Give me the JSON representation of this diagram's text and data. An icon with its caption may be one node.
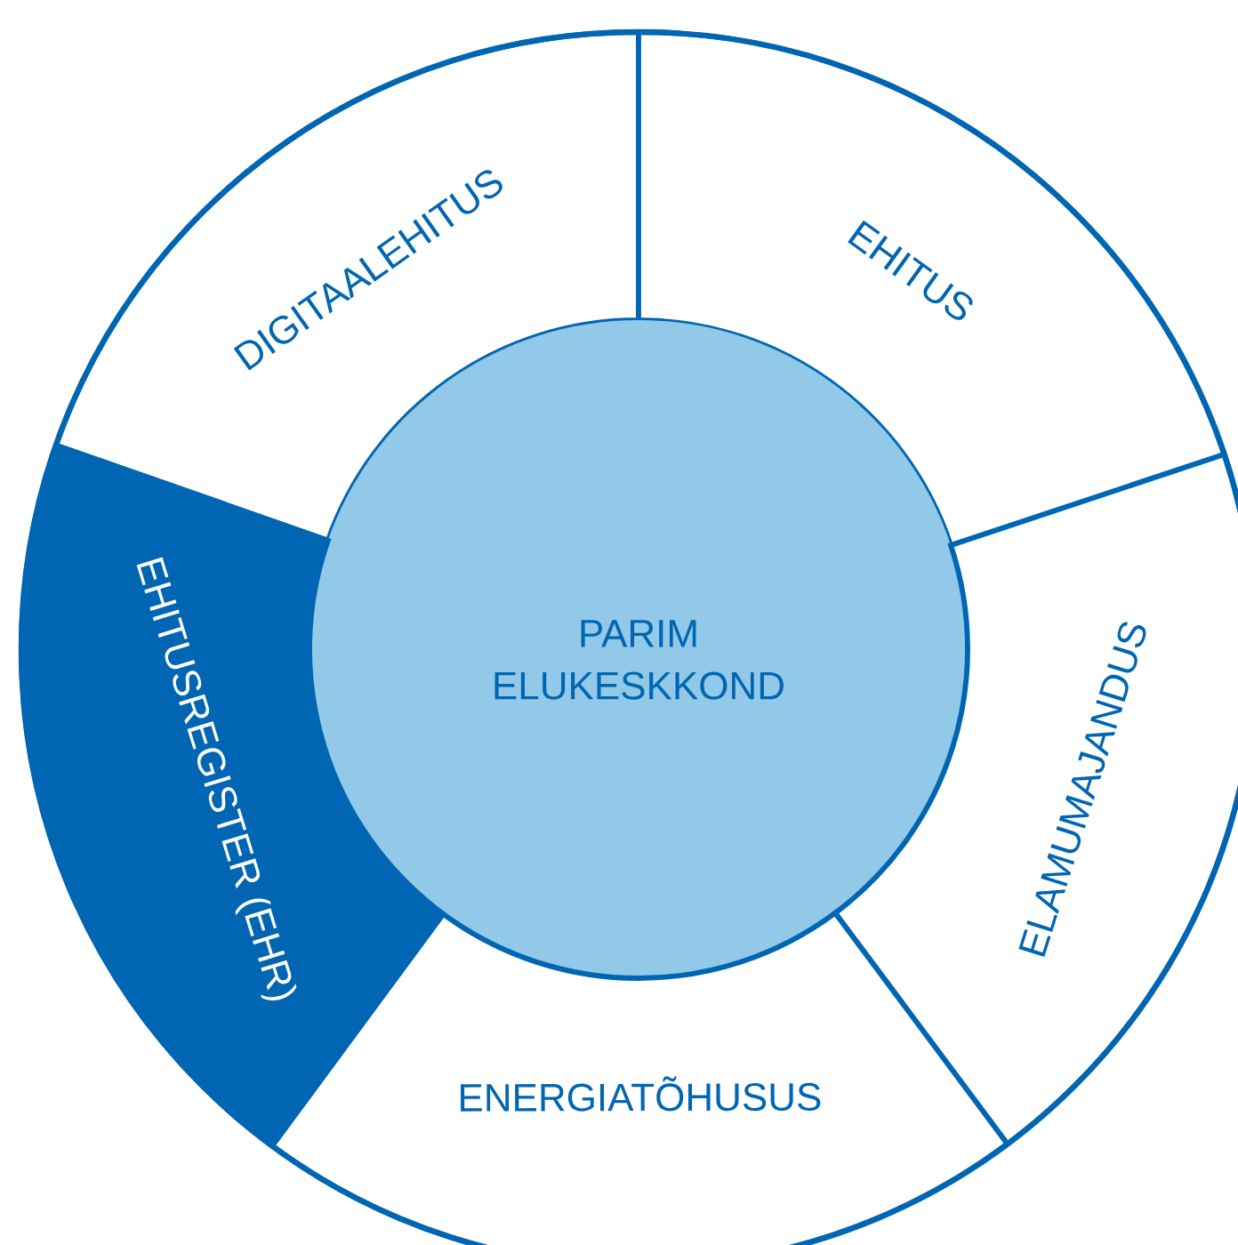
{
  "diagram": {
    "nodes": [
      {
        "text": [
          "DIGITAALEHITUS"
        ]
      },
      {
        "text": [
          "EHITUS"
        ]
      },
      {
        "text": [
          "PARIM ELUKESKKOND"
        ]
      },
      {
        "text": [
          "EHITUSREGISTER (EHR)"
        ]
      },
      {
        "text": [
          "ELAMUMAJANDUS"
        ]
      },
      {
        "text": [
          "ENERGIATÕHUSUS"
        ]
      }
    ]
  }
}
